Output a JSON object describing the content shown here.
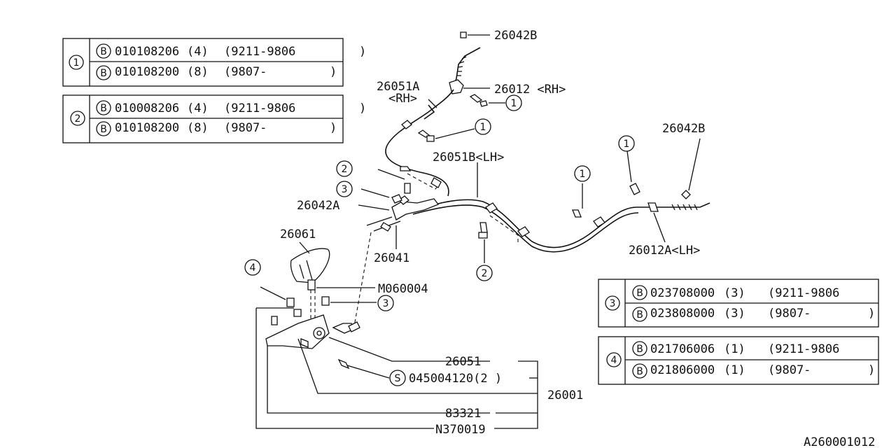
{
  "tables": [
    {
      "ref": "1",
      "rows": [
        {
          "prefix": "B",
          "pn": "010108206",
          "qty": "(4)",
          "range_open": "(9211-9806",
          "range_close": ")"
        },
        {
          "prefix": "B",
          "pn": "010108200",
          "qty": "(8)",
          "range_open": "(9807-",
          "range_close": ")"
        }
      ]
    },
    {
      "ref": "2",
      "rows": [
        {
          "prefix": "B",
          "pn": "010008206",
          "qty": "(4)",
          "range_open": "(9211-9806",
          "range_close": ")"
        },
        {
          "prefix": "B",
          "pn": "010108200",
          "qty": "(8)",
          "range_open": "(9807-",
          "range_close": ")"
        }
      ]
    },
    {
      "ref": "3",
      "rows": [
        {
          "prefix": "B",
          "pn": "023708000",
          "qty": "(3)",
          "range_open": "(9211-9806",
          "range_close": ""
        },
        {
          "prefix": "B",
          "pn": "023808000",
          "qty": "(3)",
          "range_open": "(9807-",
          "range_close": ")"
        }
      ]
    },
    {
      "ref": "4",
      "rows": [
        {
          "prefix": "B",
          "pn": "021706006",
          "qty": "(1)",
          "range_open": "(9211-9806",
          "range_close": ""
        },
        {
          "prefix": "B",
          "pn": "021806000",
          "qty": "(1)",
          "range_open": "(9807-",
          "range_close": ")"
        }
      ]
    }
  ],
  "labels": {
    "p26042b_top": "26042B",
    "p26012_rh": "26012 <RH>",
    "p26051a": "26051A",
    "rh_tag": "<RH>",
    "p26051b_lh": "26051B<LH>",
    "p26042b_right": "26042B",
    "p26042a": "26042A",
    "p26041": "26041",
    "p26061": "26061",
    "m060004": "M060004",
    "p26012a_lh": "26012A<LH>",
    "p26051": "26051",
    "s045004120": "045004120(2 )",
    "s_prefix": "S",
    "p26001": "26001",
    "p83321": "83321",
    "n370019": "N370019",
    "figure_id": "A260001012"
  },
  "callouts": {
    "c1": "1",
    "c2": "2",
    "c3": "3",
    "c4": "4"
  }
}
